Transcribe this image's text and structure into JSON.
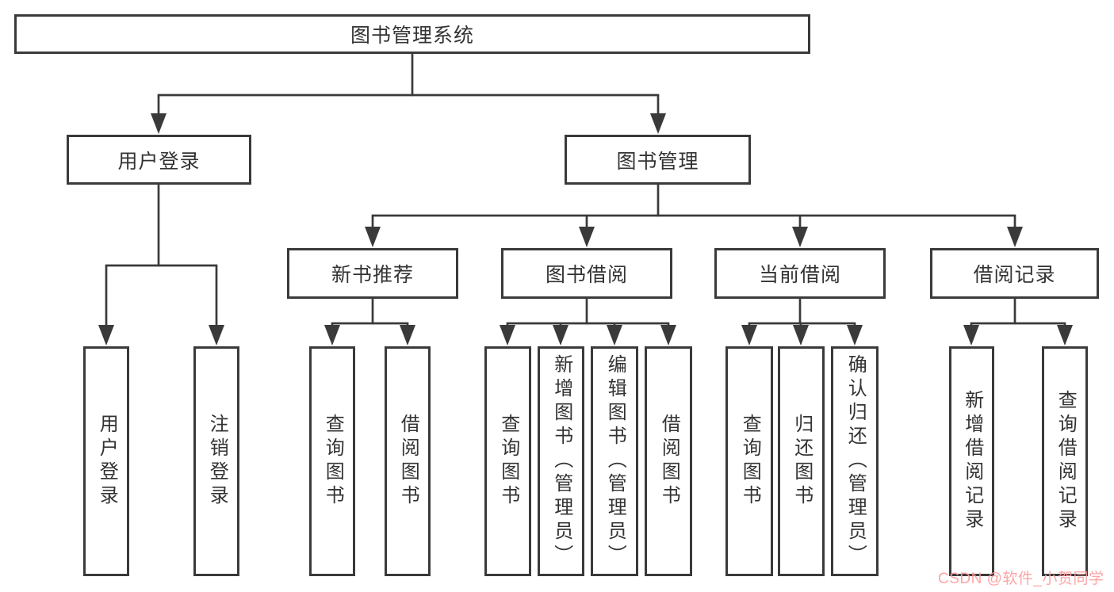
{
  "diagram": {
    "root": {
      "label": "图书管理系统"
    },
    "level2": [
      {
        "label": "用户登录"
      },
      {
        "label": "图书管理"
      }
    ],
    "level3": [
      {
        "label": "新书推荐",
        "parent": "图书管理"
      },
      {
        "label": "图书借阅",
        "parent": "图书管理"
      },
      {
        "label": "当前借阅",
        "parent": "图书管理"
      },
      {
        "label": "借阅记录",
        "parent": "图书管理"
      }
    ],
    "leaves": [
      {
        "label": "用户登录",
        "parent": "用户登录"
      },
      {
        "label": "注销登录",
        "parent": "用户登录"
      },
      {
        "label": "查询图书",
        "parent": "新书推荐"
      },
      {
        "label": "借阅图书",
        "parent": "新书推荐"
      },
      {
        "label": "查询图书",
        "parent": "图书借阅"
      },
      {
        "label": "新增图书（管理员）",
        "parent": "图书借阅"
      },
      {
        "label": "编辑图书（管理员）",
        "parent": "图书借阅"
      },
      {
        "label": "借阅图书",
        "parent": "图书借阅"
      },
      {
        "label": "查询图书",
        "parent": "当前借阅"
      },
      {
        "label": "归还图书",
        "parent": "当前借阅"
      },
      {
        "label": "确认归还（管理员）",
        "parent": "当前借阅"
      },
      {
        "label": "新增借阅记录",
        "parent": "借阅记录"
      },
      {
        "label": "查询借阅记录",
        "parent": "借阅记录"
      }
    ]
  },
  "watermark": {
    "text": "CSDN @软件_小贺同学",
    "color": "#ff9d9d"
  },
  "colors": {
    "line": "#3a3a3a",
    "text": "#333333",
    "background": "#ffffff"
  }
}
